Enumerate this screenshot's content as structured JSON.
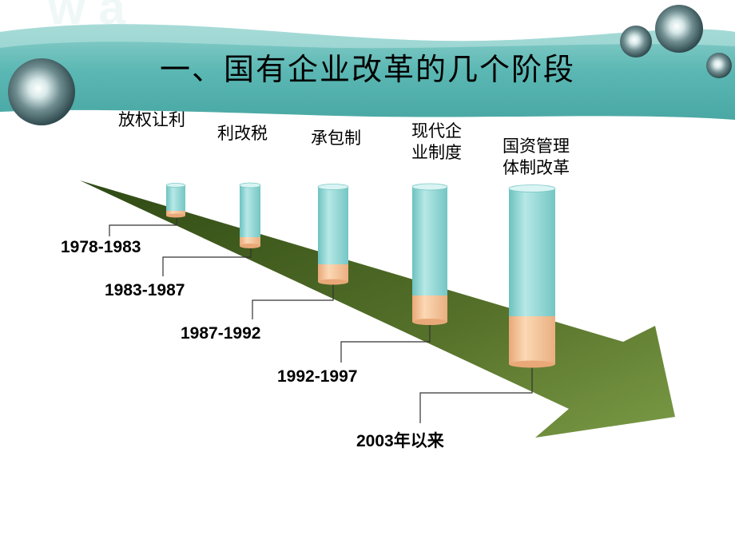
{
  "slide": {
    "title": "一、国有企业改革的几个阶段"
  },
  "stages": [
    {
      "label": "放权让利",
      "period": "1978-1983",
      "base_fraction": 0.18
    },
    {
      "label": "利改税",
      "period": "1983-1987",
      "base_fraction": 0.2
    },
    {
      "label": "承包制",
      "period": "1987-1992",
      "base_fraction": 0.2
    },
    {
      "label_line1": "现代企",
      "label_line2": "业制度",
      "period": "1992-1997",
      "base_fraction": 0.2
    },
    {
      "label_line1": "国资管理",
      "label_line2": "体制改革",
      "period": "2003年以来",
      "base_fraction": 0.26
    }
  ],
  "colors": {
    "header_band": "#5ab7b3",
    "header_band_light": "#9fd6d2",
    "arrow": "#56712a",
    "arrow_highlight": "#7a9a45",
    "cylinder_top": "#a8e2e0",
    "cylinder_body": "#8ad2d0",
    "cylinder_base": "#f3c49a",
    "leader_line": "#333333"
  },
  "icons": {
    "decor_orbs": "glass-orb-icon"
  }
}
